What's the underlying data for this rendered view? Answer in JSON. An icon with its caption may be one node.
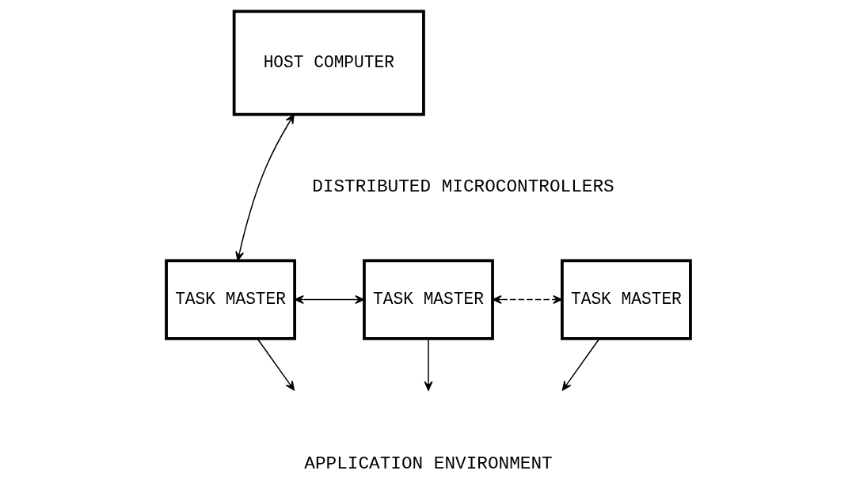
{
  "diagram": {
    "nodes": [
      {
        "text": [
          "HOST COMPUTER"
        ]
      },
      {
        "text": [
          "TASK MASTER"
        ]
      },
      {
        "text": [
          "TASK MASTER"
        ]
      },
      {
        "text": [
          "TASK MASTER"
        ]
      }
    ],
    "edges": [
      {
        "from": 0,
        "to": 1,
        "arrow": "both"
      },
      {
        "from": 1,
        "to": 2,
        "arrow": "both"
      },
      {
        "from": 2,
        "to": 3,
        "arrow": "both",
        "style": "dashed"
      },
      {
        "from": 1,
        "to": null,
        "arrow": "to"
      },
      {
        "from": 2,
        "to": null,
        "arrow": "to"
      },
      {
        "from": 3,
        "to": null,
        "arrow": "to"
      }
    ],
    "labels": [
      "DISTRIBUTED MICROCONTROLLERS",
      "APPLICATION ENVIRONMENT"
    ]
  }
}
